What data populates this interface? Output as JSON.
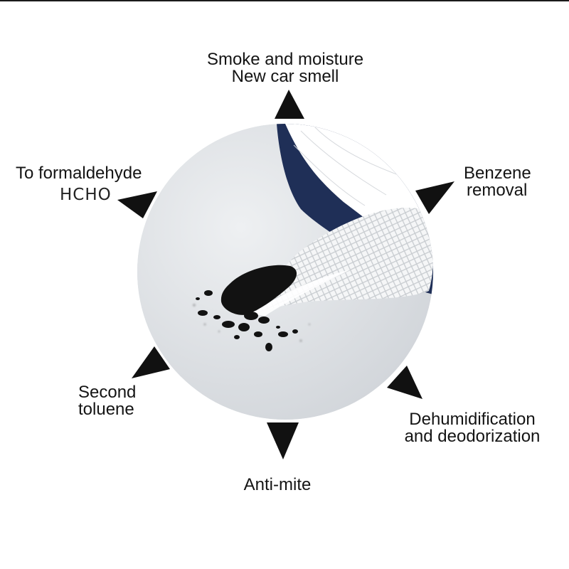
{
  "labels": {
    "top_line1": "Smoke and moisture",
    "top_line2": "New car smell",
    "top_right_line1": "Benzene",
    "top_right_line2": "removal",
    "top_left_line1": "To formaldehyde",
    "top_left_line2": "HCHO",
    "bottom_left_line1": "Second",
    "bottom_left_line2": "toluene",
    "bottom_right_line1": "Dehumidification",
    "bottom_right_line2": "and deodorization",
    "bottom": "Anti-mite"
  },
  "colors": {
    "background": "#ffffff",
    "arrow": "#111111",
    "text": "#141414",
    "fabric_blue": "#1f2f57",
    "charcoal": "#121212"
  },
  "icons": {
    "arrow": "triangle-arrow-icon"
  }
}
